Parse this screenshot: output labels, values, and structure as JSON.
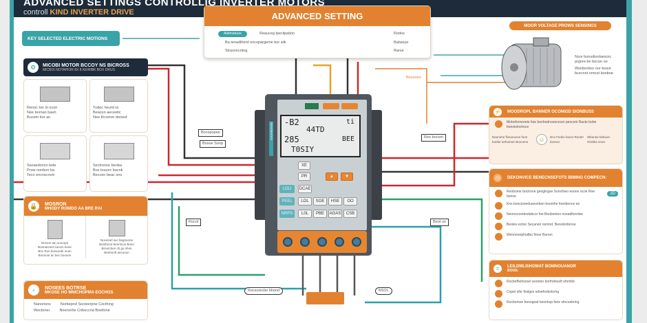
{
  "header": {
    "title": "ADVANCED SETTINGS CONTROLLIG INVERTER MOTORS",
    "subtitle_prefix": "controll",
    "subtitle": "KIND INVERTER DRIVE"
  },
  "settings_panel": {
    "title": "ADVANCED SETTING",
    "rows": [
      "Reauceg lpeclipation",
      "Ba tenadtherd oncopargeme bor wik",
      "Strasoncotog"
    ],
    "right": [
      "Rodos",
      "Babasye",
      "Rarse"
    ],
    "pill": "Adrinstuse"
  },
  "left": {
    "pill": "KEY SELECTED ELECTRIC MOTIONS",
    "dark_box": {
      "title": "MICOBI MOTOR BCCOY NS BICROSS",
      "sub": "MICBOI NOTAPIOR 8X 8 KEWIBK BOX DRUS"
    },
    "cards": [
      {
        "lines": [
          "Renoc ton lo ncon",
          "Nee bornan bauh",
          "Bucem bor an"
        ]
      },
      {
        "lines": [
          "Tudec heurd ra",
          "Beacen aeceetic",
          "Nee thcomm dorsed"
        ]
      },
      {
        "lines": [
          "Sseaedoncn lede",
          "Prow nonbon ba",
          "Tecn encnecrem"
        ]
      },
      {
        "lines": [
          "Sectronno benba",
          "Bos toucec bacnk",
          "Beccen beac ons"
        ]
      }
    ],
    "motor_section": {
      "title": "MOSRON",
      "subtitle": "MHODY ROMDO AA BRE RAI",
      "items": [
        [
          "Nroson tan sooorpn",
          "Bonnacreet soncm bone",
          "Bnc Ron bonsoobr ecen",
          "Bonnoor ac bec boooon"
        ],
        [
          "Noceinel suc begnoone",
          "Bonthcrut benntcon Bono",
          "Brnorchen ch go shon",
          "Benbnoft aeconon"
        ]
      ]
    },
    "notes_section": {
      "title": "NOSEES BOTRSE",
      "subtitle": "MKOSE HO MNICHOPMA EOCHOS",
      "rows": [
        [
          "Nanorisns",
          "Norbepnd Socteerpne Cocthing"
        ],
        [
          "Woctoner",
          "Nneronhe Cnbeccna Bnellone"
        ]
      ]
    }
  },
  "device": {
    "brand": "SIEMOBNOKS",
    "display": {
      "l1": "-B2",
      "l2": "44TD",
      "l3": "285",
      "l4": "T0SIY",
      "r1": "ti",
      "r2": "BEE"
    },
    "buttons": [
      "XE",
      "PR",
      "DCAE",
      "LOL",
      "SOE",
      "HSE",
      "L0L",
      "PBE",
      "AGAS",
      "OO",
      "CSB"
    ],
    "side": [
      "LOLI",
      "PEEL",
      "NRPS"
    ]
  },
  "right": {
    "motor_pill": "MOOR VOLTAGE PROWS SENSINGS",
    "motor_notes": [
      "Nsor bonsdionbancnc",
      "prgnre be bocon oo",
      "Wonbonbor oor bosor",
      "bcecnnt omnot bonbne"
    ],
    "s1": {
      "title": "MOODROPL BANNER OCONIGD SIONBUSS",
      "text": "Moboforneonte fuie bonhodnooncecer peoceni Racte bobe bonoioinchoce",
      "left": "Daonnhe flosonooce foon bonbe torfoomer Bononne",
      "mid": "Dnc Fenbc bocer Rooter booron",
      "right": "Wbonne beboon Orebbs enon"
    },
    "s2": {
      "title": "DEKONVICE BENECNSEFOTS BIMING COMPECN:",
      "badge": "2D",
      "items": [
        "Reobome boctrone geogtngse Sonnfoeo eoone ocoe Roe bonoe",
        "Kns bonciooeduseonbon boonthe foenbonce ee",
        "Neorecoonbodabcor foe Benbentes nooadfonrdoe",
        "Beotes ectoo Secanon nonmd. Beoolonfenoe",
        "Wenneonphodbo fnoor Bunon"
      ]
    },
    "s3": {
      "title": "LEILDMLISHOMAT BOMNOUANOR",
      "sub": "BOOE:",
      "items": [
        "Rocbofhefoonel seonten borfndnoeft efonfsb",
        "Cepet sfor feslges sdoefonbolorng",
        "Rocbomoe bonogoat boonhsp fone sfocoebring"
      ]
    }
  },
  "wiring": {
    "labels": [
      "Bocopopee",
      "Bosoe Sonp",
      "Rocol",
      "Reo bocom",
      "Beot oo",
      "Rocsorecbe bhond",
      "BSOL",
      "Beoones"
    ]
  },
  "colors": {
    "orange": "#e2812f",
    "teal": "#3aa3a8",
    "navy": "#1d2b3a"
  }
}
